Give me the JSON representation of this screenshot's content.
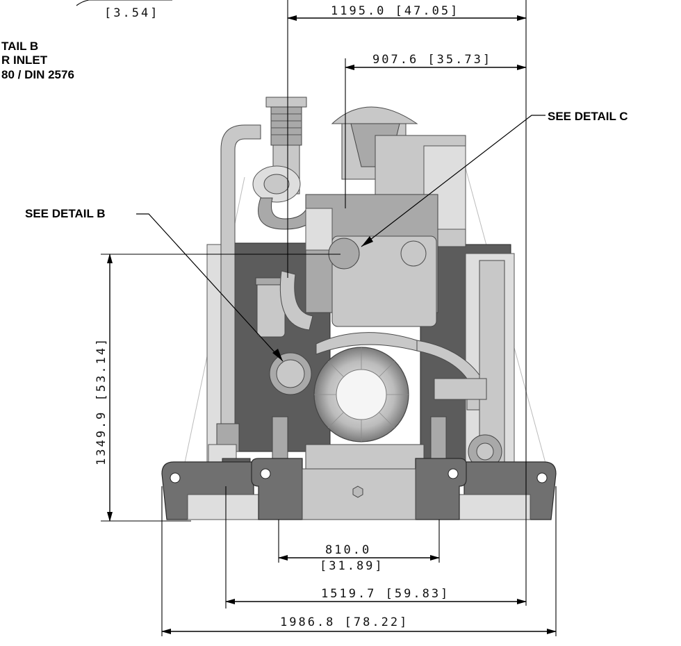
{
  "detail_b_note": {
    "top_dim": "[3.54]",
    "line1": "TAIL B",
    "line2": "R INLET",
    "line3": "80 / DIN 2576"
  },
  "callouts": {
    "detail_c": "SEE DETAIL C",
    "detail_b": "SEE DETAIL  B"
  },
  "dimensions": {
    "d_1195": "1195.0 [47.05]",
    "d_907": "907.6 [35.73]",
    "d_1349": "1349.9 [53.14]",
    "d_810_a": "810.0",
    "d_810_b": "[31.89]",
    "d_1519": "1519.7 [59.83]",
    "d_1986": "1986.8 [78.22]"
  }
}
